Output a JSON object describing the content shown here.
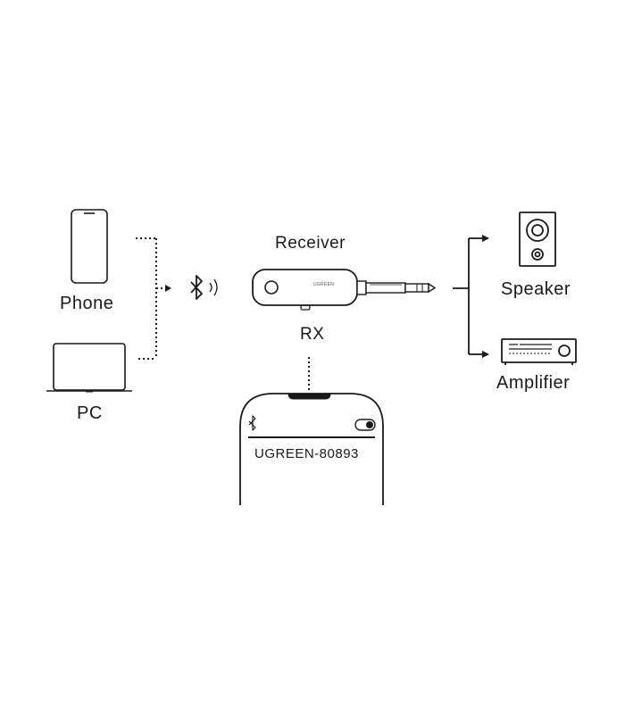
{
  "sources": {
    "phone": {
      "label": "Phone",
      "icon": "smartphone-icon"
    },
    "pc": {
      "label": "PC",
      "icon": "laptop-icon"
    }
  },
  "connection": {
    "icon": "bluetooth-icon"
  },
  "receiver": {
    "label": "Receiver",
    "mode_label": "RX",
    "brand_text": "UGREEN",
    "icon": "bluetooth-receiver-icon"
  },
  "outputs": {
    "speaker": {
      "label": "Speaker",
      "icon": "speaker-icon"
    },
    "amplifier": {
      "label": "Amplifier",
      "icon": "amplifier-icon"
    }
  },
  "pairing_phone": {
    "device_name": "UGREEN-80893",
    "icons": [
      "bluetooth-icon",
      "toggle-icon"
    ]
  }
}
